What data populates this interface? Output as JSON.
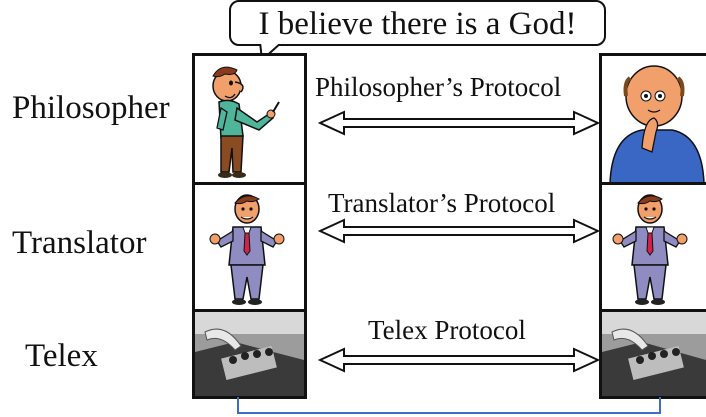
{
  "speech": {
    "text": "I believe there is a God!"
  },
  "layers": [
    {
      "label": "Philosopher",
      "protocol": "Philosopher’s Protocol",
      "left_figure": "pointing-man",
      "right_figure": "thinking-bald-man"
    },
    {
      "label": "Translator",
      "protocol": "Translator’s Protocol",
      "left_figure": "shrugging-man",
      "right_figure": "shrugging-man"
    },
    {
      "label": "Telex",
      "protocol": "Telex Protocol",
      "left_figure": "telex-machine-photo",
      "right_figure": "telex-machine-photo"
    }
  ],
  "colors": {
    "connector": "#3b6fc2",
    "arrow": "#111111",
    "skin": "#f2a06b",
    "shirt_green": "#4fb59a",
    "shirt_blue": "#3a66c4",
    "suit": "#8e8cc0",
    "tie": "#d0224a"
  }
}
